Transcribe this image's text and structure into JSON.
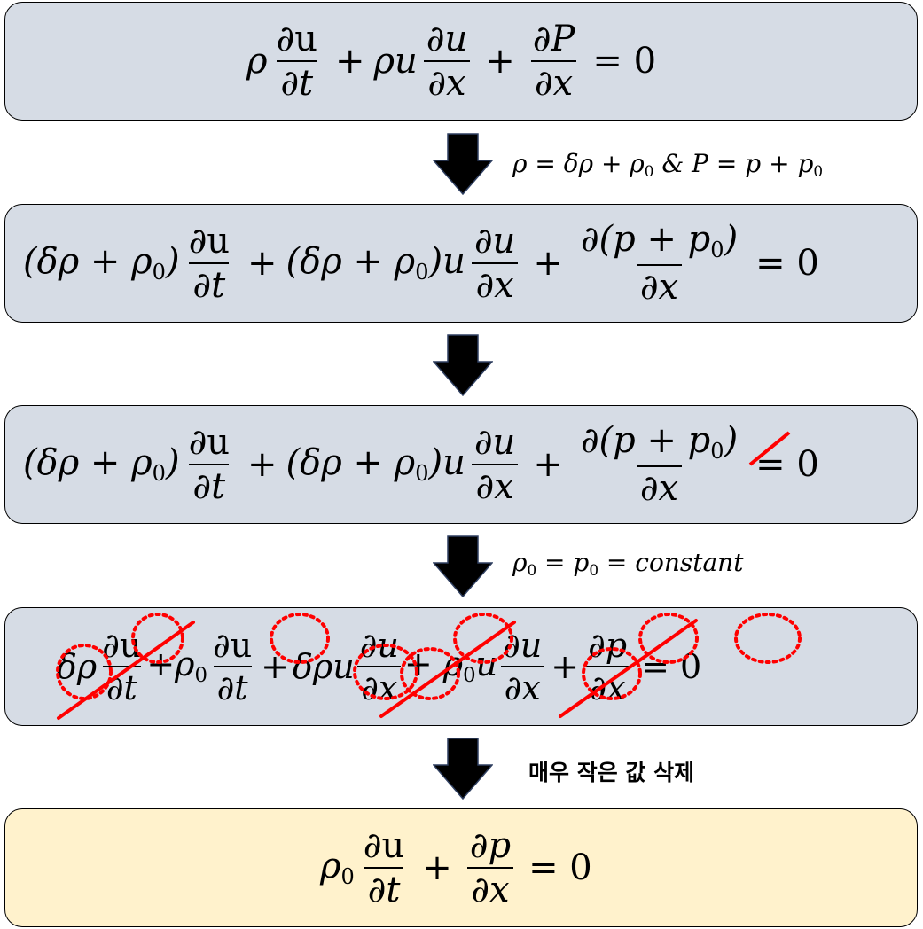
{
  "colors": {
    "box_fill": "#d6dce5",
    "final_fill": "#fff2cc",
    "arrow": "#000000",
    "strike": "#ff0000"
  },
  "boxes": {
    "b1": {
      "rho": "ρ",
      "d1n": "∂u",
      "d1d": "∂t",
      "plus1": "+",
      "rhou": "ρu",
      "d2n": "∂u",
      "d2d": "∂x",
      "plus2": "+",
      "d3n": "∂P",
      "d3d": "∂x",
      "eq": "= 0"
    },
    "b2": {
      "coef1": "(δρ + ρ",
      "sub0": "0",
      "coef1_close": ")",
      "d1n": "∂u",
      "d1d": "∂t",
      "plus1": "+",
      "coef2": "(δρ + ρ",
      "coef2_close": ")u",
      "d2n": "∂u",
      "d2d": "∂x",
      "plus2": "+",
      "d3n": "∂(p + p",
      "d3n_close": ")",
      "d3d": "∂x",
      "eq": "= 0"
    },
    "b3": {
      "coef1": "(δρ + ρ",
      "sub0": "0",
      "coef1_close": ")",
      "d1n": "∂u",
      "d1d": "∂t",
      "plus1": "+",
      "coef2": "(δρ + ρ",
      "coef2_close": ")u",
      "d2n": "∂u",
      "d2d": "∂x",
      "plus2": "+",
      "d3n": "∂(p + p",
      "d3n_close": ")",
      "d3d": "∂x",
      "eq": "= 0"
    },
    "b4": {
      "t1c": "δρ",
      "t1n": "∂u",
      "t1d": "∂t",
      "p1": "+ρ",
      "sub0": "0",
      "t2n": "∂u",
      "t2d": "∂t",
      "p2": "+",
      "t3c": "δρu",
      "t3n": "∂u",
      "t3d": "∂x",
      "p3": "+ ρ",
      "t4c": "u",
      "t4n": "∂u",
      "t4d": "∂x",
      "p4": "+",
      "t5n": "∂p",
      "t5d": "∂x",
      "eq": "= 0"
    },
    "b5": {
      "rho": "ρ",
      "sub0": "0",
      "d1n": "∂u",
      "d1d": "∂t",
      "plus": "+",
      "d2n": "∂p",
      "d2d": "∂x",
      "eq": "= 0"
    }
  },
  "notes": {
    "n1": {
      "a": "ρ = δρ + ρ",
      "b": " & P = p + p"
    },
    "n4": {
      "a": "ρ",
      "b": " = p",
      "c": " = constant"
    },
    "n5": "매우 작은 값 삭제"
  },
  "sub0": "0"
}
